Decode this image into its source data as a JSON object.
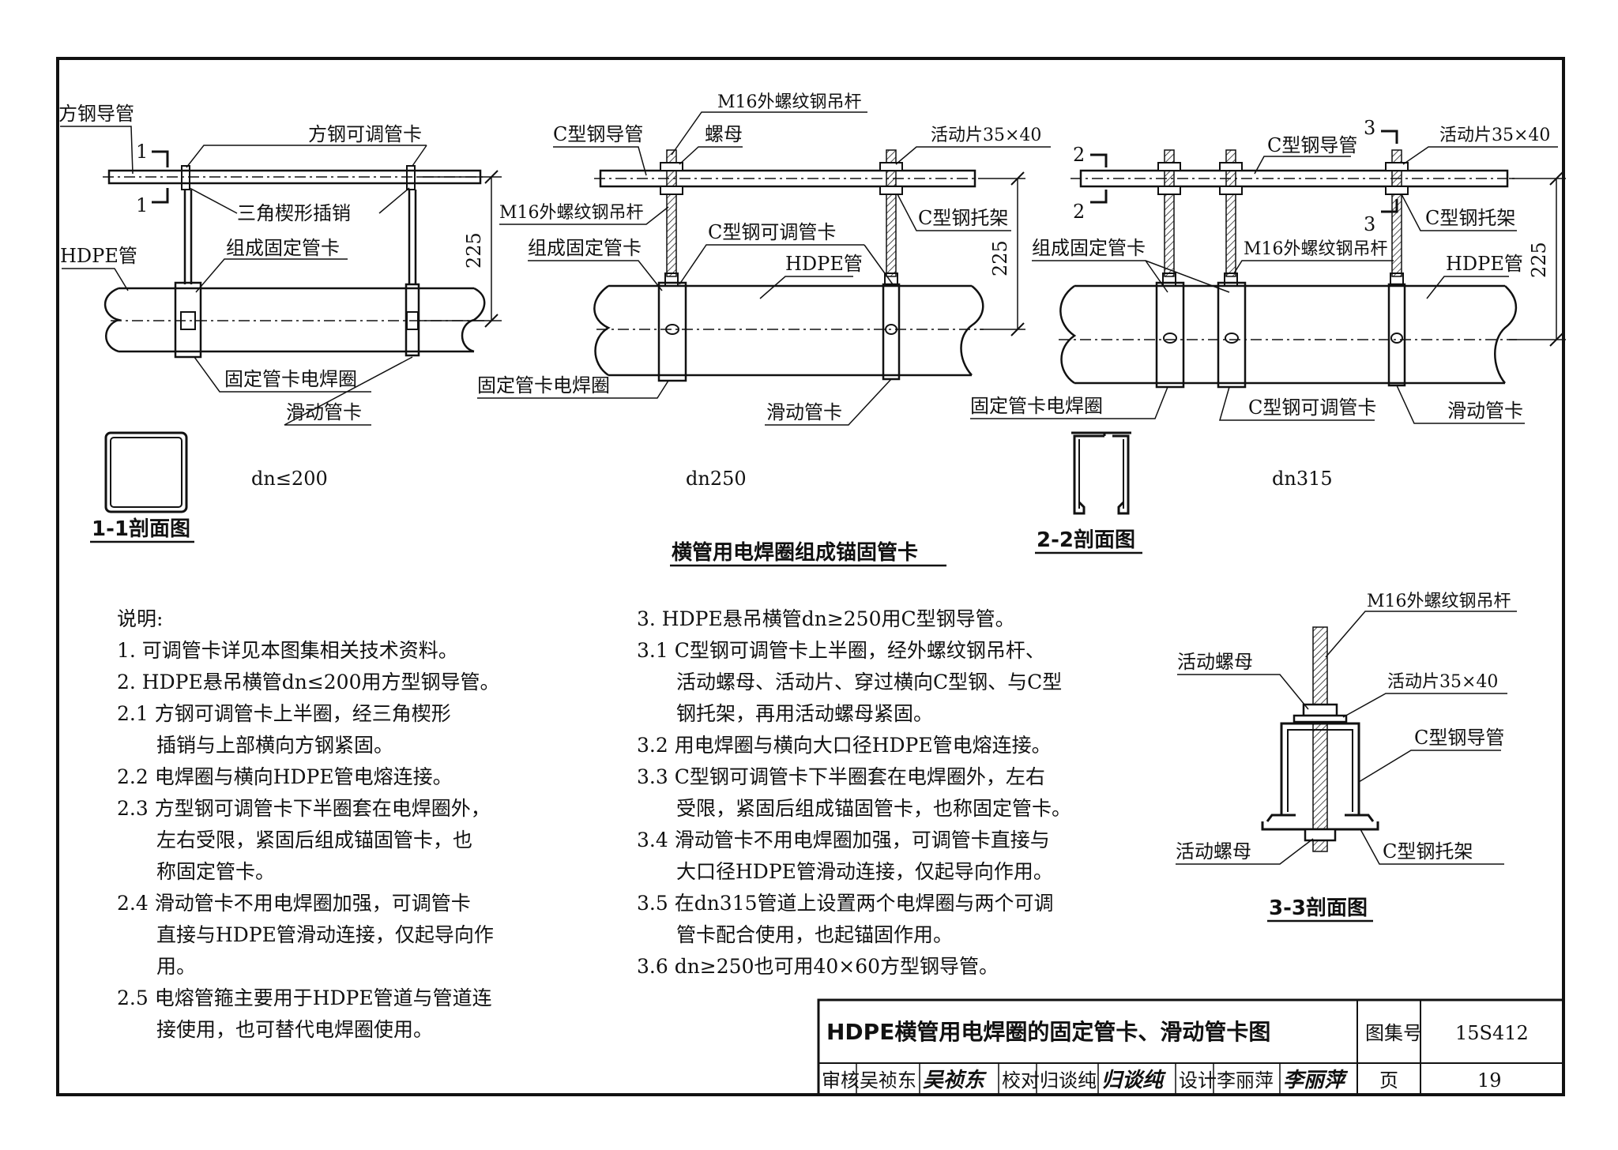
{
  "diagrams": {
    "d200": {
      "labels": {
        "guide": "方钢导管",
        "adj_clamp": "方钢可调管卡",
        "pin": "三角楔形插销",
        "pipe": "HDPE管",
        "fixed": "组成固定管卡",
        "weld_ring": "固定管卡电焊圈",
        "sliding": "滑动管卡",
        "sec_no": "1",
        "dim": "225",
        "size": "dn≤200"
      }
    },
    "d250": {
      "labels": {
        "rod": "M16外螺纹钢吊杆",
        "guide": "C型钢导管",
        "nut": "螺母",
        "plate": "活动片35×40",
        "rod2": "M16外螺纹钢吊杆",
        "bracket": "C型钢托架",
        "adj_clamp": "C型钢可调管卡",
        "fixed": "组成固定管卡",
        "pipe": "HDPE管",
        "weld_ring": "固定管卡电焊圈",
        "sliding": "滑动管卡",
        "dim": "225",
        "size": "dn250"
      }
    },
    "d315": {
      "labels": {
        "guide": "C型钢导管",
        "plate": "活动片35×40",
        "bracket": "C型钢托架",
        "fixed": "组成固定管卡",
        "rod": "M16外螺纹钢吊杆",
        "pipe": "HDPE管",
        "weld_ring": "固定管卡电焊圈",
        "adj_clamp": "C型钢可调管卡",
        "sliding": "滑动管卡",
        "sec2": "2",
        "sec3": "3",
        "dim": "225",
        "size": "dn315"
      }
    }
  },
  "sections": {
    "s11": "1-1剖面图",
    "s22": "2-2剖面图",
    "s33": "3-3剖面图",
    "s33_labels": {
      "rod": "M16外螺纹钢吊杆",
      "nut_top": "活动螺母",
      "plate": "活动片35×40",
      "guide": "C型钢导管",
      "nut_bottom": "活动螺母",
      "bracket": "C型钢托架"
    }
  },
  "main_caption": "横管用电焊圈组成锚固管卡",
  "notes": {
    "title": "说明:",
    "left": [
      "1. 可调管卡详见本图集相关技术资料。",
      "2. HDPE悬吊横管dn≤200用方型钢导管。",
      "2.1 方钢可调管卡上半圈，经三角楔形",
      "    插销与上部横向方钢紧固。",
      "2.2 电焊圈与横向HDPE管电熔连接。",
      "2.3 方型钢可调管卡下半圈套在电焊圈外，",
      "    左右受限，紧固后组成锚固管卡，也",
      "    称固定管卡。",
      "2.4 滑动管卡不用电焊圈加强，可调管卡",
      "    直接与HDPE管滑动连接，仅起导向作",
      "    用。",
      "2.5 电熔管箍主要用于HDPE管道与管道连",
      "    接使用，也可替代电焊圈使用。"
    ],
    "right": [
      "3.  HDPE悬吊横管dn≥250用C型钢导管。",
      "3.1 C型钢可调管卡上半圈，经外螺纹钢吊杆、",
      "    活动螺母、活动片、穿过横向C型钢、与C型",
      "    钢托架，再用活动螺母紧固。",
      "3.2 用电焊圈与横向大口径HDPE管电熔连接。",
      "3.3 C型钢可调管卡下半圈套在电焊圈外，左右",
      "    受限，紧固后组成锚固管卡，也称固定管卡。",
      "3.4 滑动管卡不用电焊圈加强，可调管卡直接与",
      "    大口径HDPE管滑动连接，仅起导向作用。",
      "3.5 在dn315管道上设置两个电焊圈与两个可调",
      "    管卡配合使用，也起锚固作用。",
      "3.6 dn≥250也可用40×60方型钢导管。"
    ]
  },
  "title_block": {
    "title": "HDPE横管用电焊圈的固定管卡、滑动管卡图",
    "atlas_label": "图集号",
    "atlas_no": "15S412",
    "review_label": "审核",
    "reviewer": "吴祯东",
    "reviewer_sig": "吴祯东",
    "check_label": "校对",
    "checker": "归谈纯",
    "checker_sig": "归谈纯",
    "design_label": "设计",
    "designer": "李丽萍",
    "designer_sig": "李丽萍",
    "page_label": "页",
    "page_no": "19"
  }
}
